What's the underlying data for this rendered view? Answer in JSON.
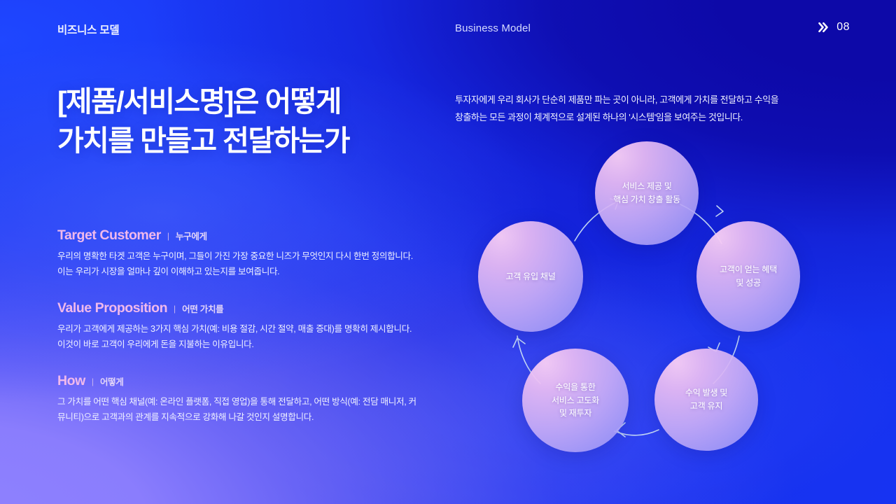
{
  "header": {
    "title_kr": "비즈니스 모델",
    "title_en": "Business Model",
    "page_number": "08",
    "chevron_icon": "double-chevron-right-icon"
  },
  "headline": "[제품/서비스명]은 어떻게\n가치를 만들고 전달하는가",
  "sections": [
    {
      "title": "Target Customer",
      "divider": "|",
      "subtitle": "누구에게",
      "body": "우리의 명확한 타겟 고객은 누구이며, 그들이 가진 가장 중요한 니즈가 무엇인지 다시 한번 정의합니다.\n이는 우리가 시장을 얼마나 깊이 이해하고 있는지를 보여줍니다."
    },
    {
      "title": "Value Proposition",
      "divider": "|",
      "subtitle": "어떤 가치를",
      "body": "우리가 고객에게 제공하는 3가지 핵심 가치(예: 비용 절감, 시간 절약, 매출 증대)를 명확히 제시합니다.\n이것이 바로 고객이 우리에게 돈을 지불하는 이유입니다."
    },
    {
      "title": "How",
      "divider": "|",
      "subtitle": "어떻게",
      "body": "그 가치를 어떤 핵심 채널(예: 온라인 플랫폼, 직접 영업)을 통해 전달하고, 어떤 방식(예: 전담 매니저, 커\n뮤니티)으로 고객과의 관계를 지속적으로 강화해 나갈 것인지 설명합니다."
    }
  ],
  "right": {
    "intro": "투자자에게 우리 회사가 단순히 제품만 파는 곳이 아니라, 고객에게 가치를 전달하고 수익을\n창출하는 모든 과정이 체계적으로 설계된 하나의 '시스템'임을 보여주는 것입니다."
  },
  "cycle": {
    "direction": "clockwise",
    "nodes": [
      {
        "position": "top",
        "label": "서비스 제공 및\n핵심 가치 창출 활동"
      },
      {
        "position": "right",
        "label": "고객이 얻는 혜택\n및 성공"
      },
      {
        "position": "bottom-right",
        "label": "수익 발생 및\n고객 유지"
      },
      {
        "position": "bottom-left",
        "label": "수익을 통한\n서비스 고도화\n및 재투자"
      },
      {
        "position": "left",
        "label": "고객 유입 채널"
      }
    ],
    "connector_icon": "curved-arrow-icon"
  },
  "colors": {
    "accent_pink": "#f0b9ec",
    "text_white": "#ffffff",
    "bg_blue": "#1a31ef",
    "bg_navy": "#0d09a8",
    "bg_purple": "#8a7dfd",
    "node_fill_start": "#f7cdf4",
    "node_fill_end": "#9c96f5",
    "connector": "#cfe3f6"
  }
}
